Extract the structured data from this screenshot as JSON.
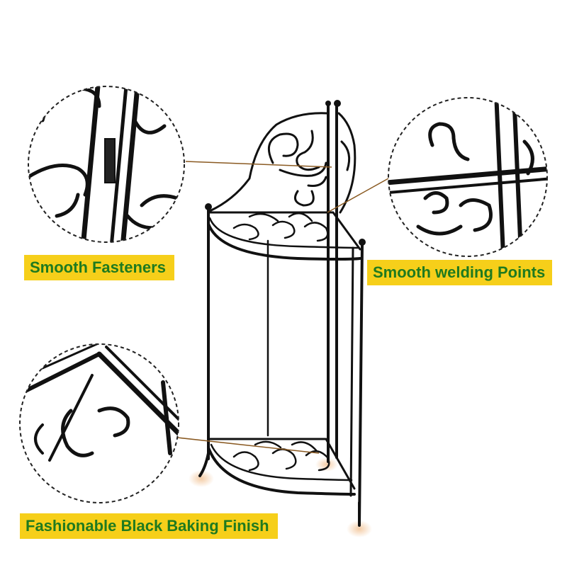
{
  "labels": {
    "smooth_fasteners": "Smooth Fasteners",
    "smooth_welding": "Smooth welding Points",
    "finish": "Fashionable Black Baking Finish"
  },
  "colors": {
    "label_background": "#f6cf1a",
    "label_text": "#1f7a1f",
    "metal": "#111111",
    "leader_line": "#8a5a22",
    "foot_glow": "#f3c9a0"
  },
  "icons": {
    "product": "corner-shelf-photo",
    "detail_views": [
      "zoom-circle-fasteners",
      "zoom-circle-welding",
      "zoom-circle-finish"
    ]
  }
}
